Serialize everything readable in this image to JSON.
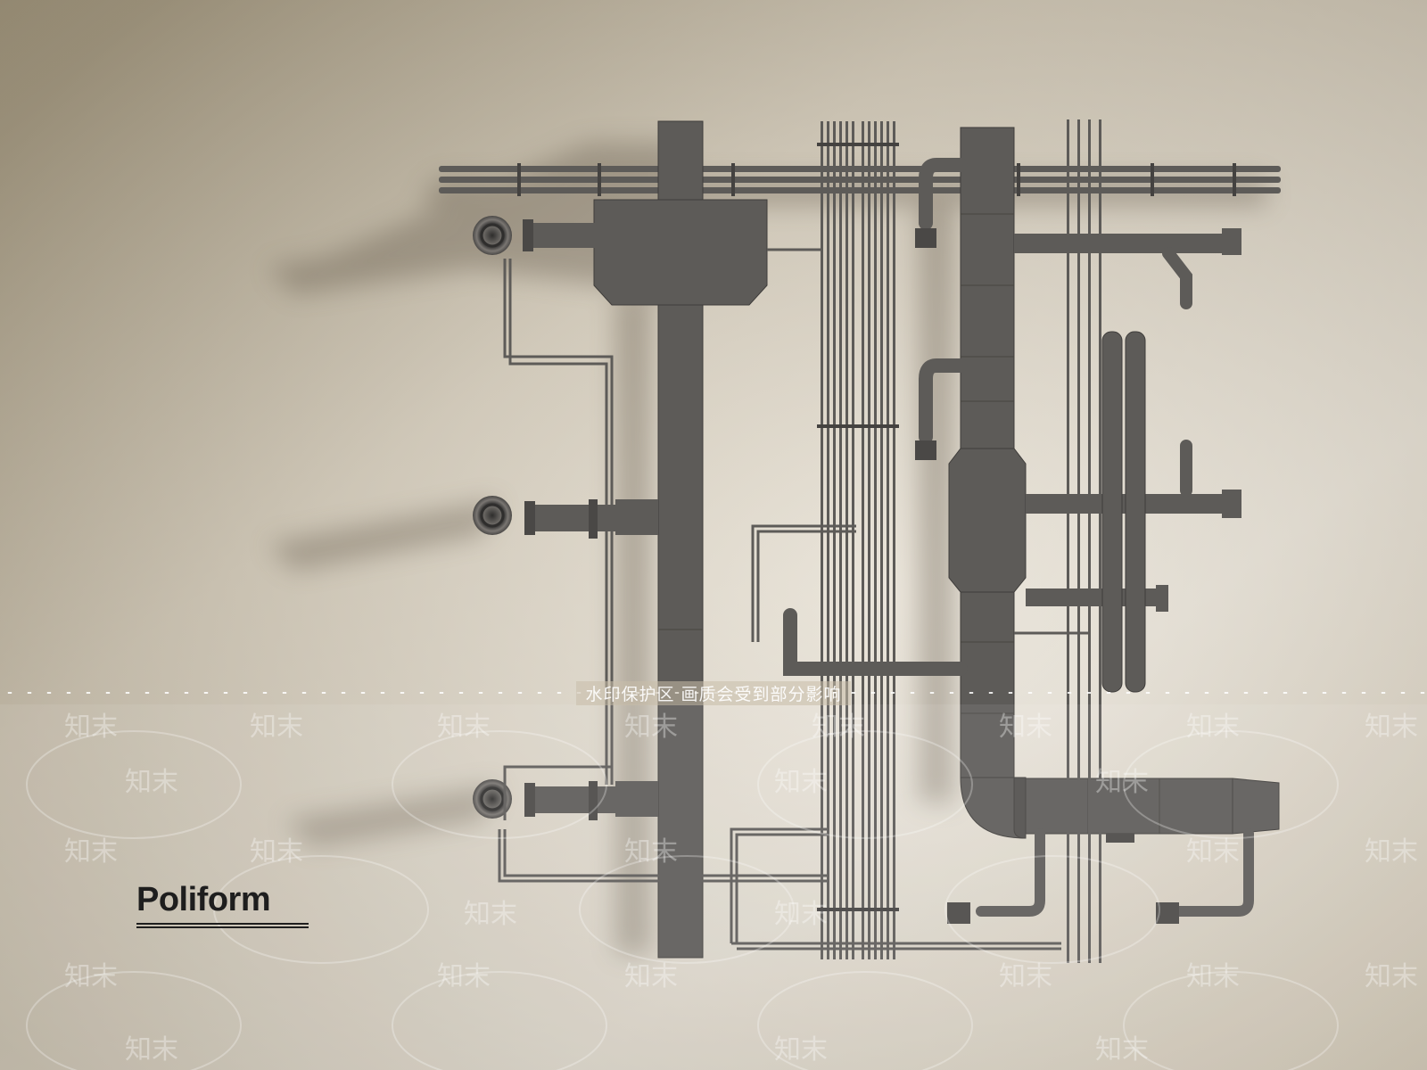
{
  "scene": {
    "description_free": true,
    "wall_color_light": "#e9e3d8",
    "wall_color_mid": "#cdc3ad",
    "wall_color_dark": "#a69b82",
    "pipe_color": "#5d5b58",
    "pipe_dark": "#444240",
    "pipe_light": "#76736f"
  },
  "brand": {
    "name": "Poliform"
  },
  "watermark": {
    "banner_text": "水印保护区   画质会受到部分影响",
    "tile_text": "知末"
  }
}
